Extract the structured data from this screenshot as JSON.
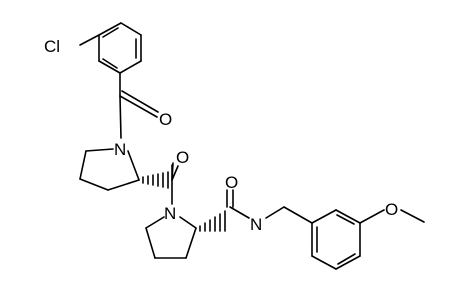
{
  "molecule": {
    "atoms": {
      "chlorine": "Cl",
      "benzoyl_oxygen": "O",
      "pyrrolidine_n1": "N",
      "prolyl_oxygen": "O",
      "pyrrolidine_n2": "N",
      "amide_oxygen": "O",
      "amide_nitrogen": "N",
      "methoxy_oxygen": "O"
    }
  }
}
